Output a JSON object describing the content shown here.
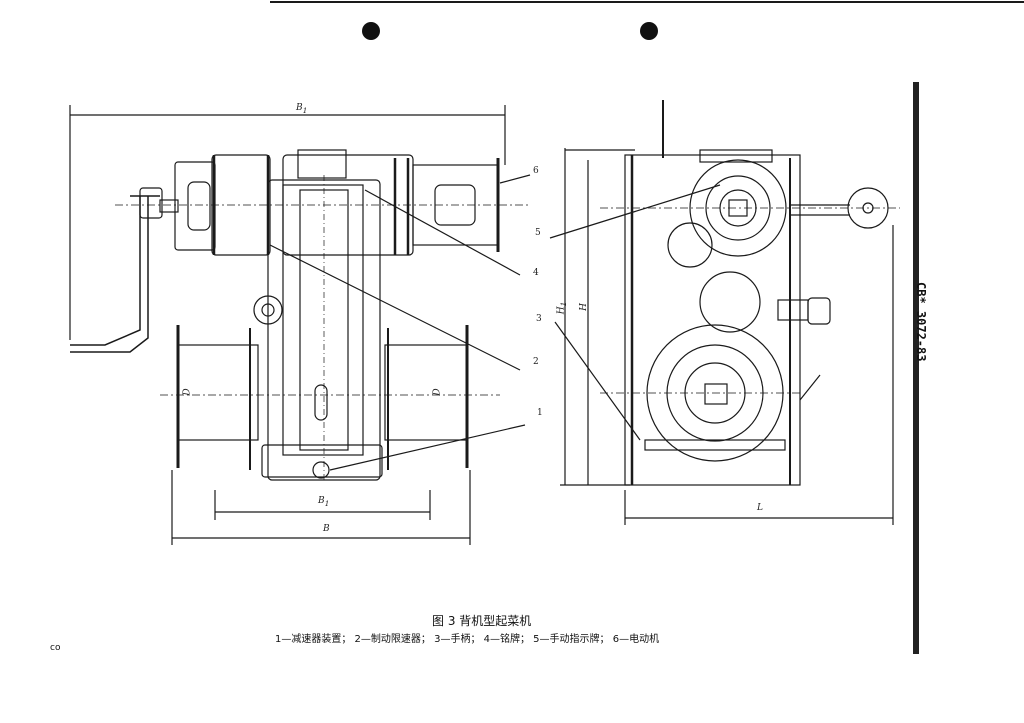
{
  "figure": {
    "caption": "图 3   背机型起菜机",
    "legend": "1—减速器装置； 2—制动限速器； 3—手柄； 4—铭牌； 5—手动指示牌； 6—电动机",
    "standard_number": "CB* 3072-83",
    "page_mark": "co"
  },
  "dimensions": {
    "top_width": "B",
    "top_width_sub": "1",
    "inner_width": "B",
    "inner_width_sub": "1",
    "overall_width": "B",
    "drum_dia_left": "D",
    "drum_dia_right": "D",
    "length": "L",
    "height": "H",
    "height_1": "H",
    "height_1_sub": "1"
  },
  "callouts": [
    "1",
    "2",
    "3",
    "4",
    "5",
    "6"
  ],
  "colors": {
    "ink": "#1a1a1a",
    "paper": "#ffffff"
  }
}
